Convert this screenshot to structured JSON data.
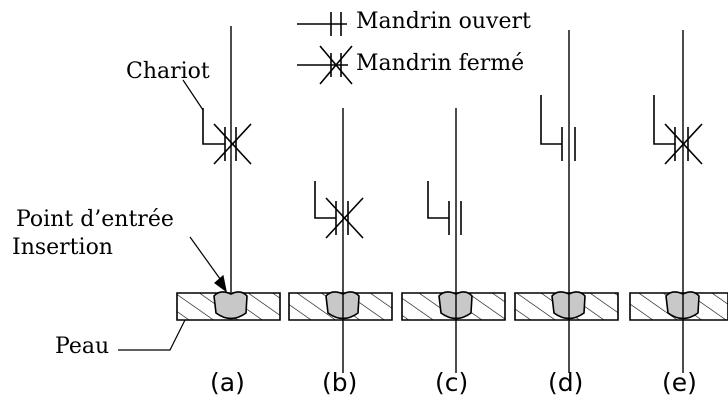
{
  "legend": {
    "open_chuck": "Mandrin ouvert",
    "closed_chuck": "Mandrin fermé"
  },
  "labels": {
    "carriage": "Chariot",
    "entry_point": "Point d’entrée",
    "insertion": "Insertion",
    "skin": "Peau"
  },
  "stages": [
    {
      "caption": "(a)",
      "chuck": "closed"
    },
    {
      "caption": "(b)",
      "chuck": "closed"
    },
    {
      "caption": "(c)",
      "chuck": "open"
    },
    {
      "caption": "(d)",
      "chuck": "open"
    },
    {
      "caption": "(e)",
      "chuck": "closed"
    }
  ],
  "colors": {
    "line": "#000000",
    "insertion_fill": "#c8c8c8",
    "background": "#ffffff"
  }
}
